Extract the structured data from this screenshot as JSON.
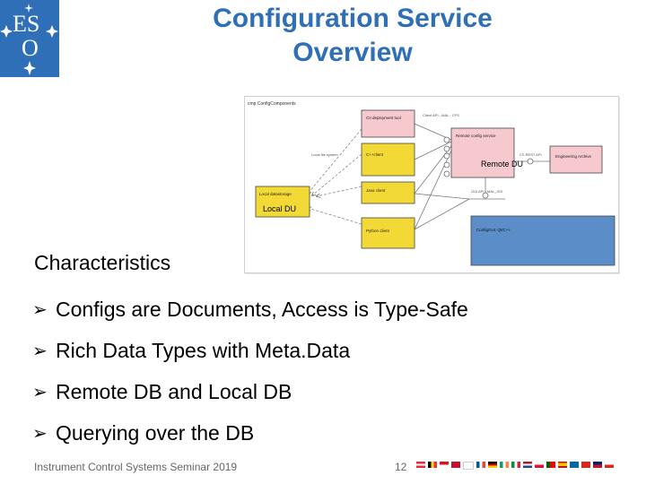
{
  "logo": {
    "text_top": "ES",
    "text_bottom": "O"
  },
  "title": {
    "line1": "Configuration Service",
    "line2": "Overview"
  },
  "diagram": {
    "frame_label": "cmp ConfigComponents",
    "components": [
      {
        "id": "cli",
        "label": "CII deployment tool"
      },
      {
        "id": "remote",
        "label": "Remote config service"
      },
      {
        "id": "cpp",
        "label": "C++client"
      },
      {
        "id": "java",
        "label": "Java client"
      },
      {
        "id": "python",
        "label": "Python client"
      },
      {
        "id": "local",
        "label": "Local datastorage"
      },
      {
        "id": "engarchive",
        "label": "Engineering Archive"
      },
      {
        "id": "gui",
        "label": "ConfigGUI: Qt/C++"
      }
    ],
    "overlay_remote": "Remote DU",
    "overlay_local": "Local DU",
    "labels": {
      "api": "Client API - MAL - CFS",
      "localfs": "Local file system",
      "cs": "CS REST API",
      "gui_api": "GUI API - MAL_IDS"
    }
  },
  "characteristics": {
    "heading": "Characteristics",
    "items": [
      "Configs are Documents, Access is Type-Safe",
      "Rich Data Types with Meta.Data",
      "Remote DB and Local DB",
      "Querying over the DB"
    ]
  },
  "footer": {
    "text": "Instrument Control Systems Seminar 2019",
    "page": "12"
  },
  "colors": {
    "brand_blue": "#2f6fb7",
    "component_yellow": "#f3d935",
    "component_pink": "#f6c9ce",
    "component_blue": "#5b8ec9"
  }
}
